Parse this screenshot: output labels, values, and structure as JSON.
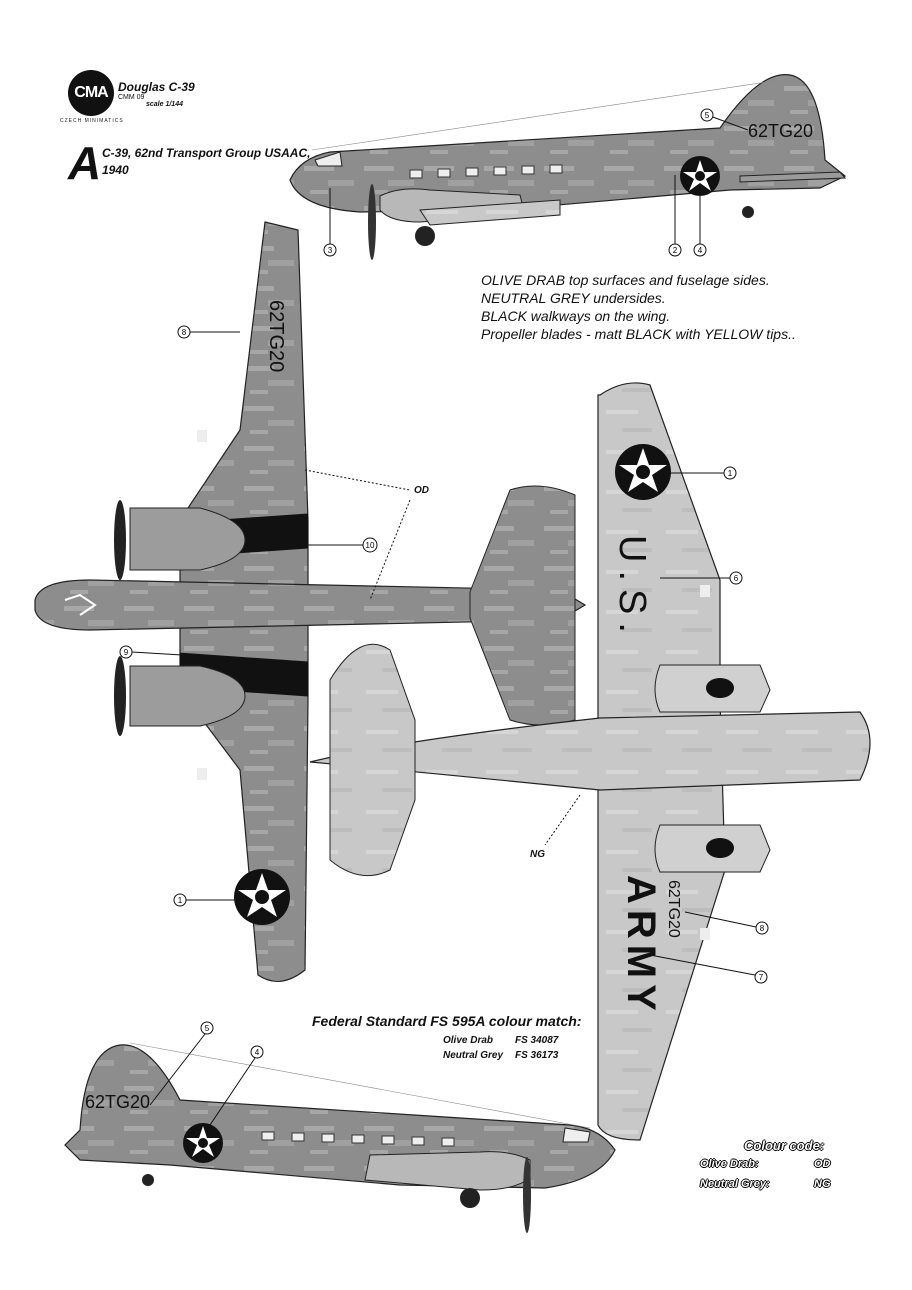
{
  "header": {
    "logo_text": "CMA",
    "logo_subtext": "CZECH MINIMATICS",
    "model_title": "Douglas C-39",
    "model_code": "CMM 09",
    "scale": "scale 1/144"
  },
  "profile": {
    "letter": "A",
    "caption_line1": "C-39, 62nd Transport Group USAAC,",
    "caption_line2": "1940"
  },
  "notes": [
    "OLIVE DRAB top surfaces and fuselage sides.",
    "NEUTRAL GREY undersides.",
    "BLACK walkways on the wing.",
    "Propeller blades - matt BLACK with YELLOW tips.."
  ],
  "markings": {
    "tail_code": "62TG20",
    "wing_us": "U.S.",
    "wing_army": "ARMY",
    "wing_code": "62TG20"
  },
  "callouts": [
    "1",
    "2",
    "3",
    "4",
    "5",
    "6",
    "7",
    "8",
    "9",
    "10"
  ],
  "fs_match": {
    "title": "Federal Standard FS 595A colour match:",
    "rows": [
      {
        "name": "Olive Drab",
        "code": "FS 34087"
      },
      {
        "name": "Neutral Grey",
        "code": "FS 36173"
      }
    ]
  },
  "colour_code": {
    "title": "Colour code:",
    "rows": [
      {
        "name": "Olive Drab:",
        "code": "OD"
      },
      {
        "name": "Neutral Grey:",
        "code": "NG"
      }
    ]
  },
  "leader_labels": {
    "od": "OD",
    "ng": "NG"
  },
  "colors": {
    "olive_drab": "#8a8a8a",
    "olive_drab_light": "#a8a8a8",
    "neutral_grey": "#c4c4c4",
    "insignia": "#111111",
    "walkway": "#111111"
  }
}
